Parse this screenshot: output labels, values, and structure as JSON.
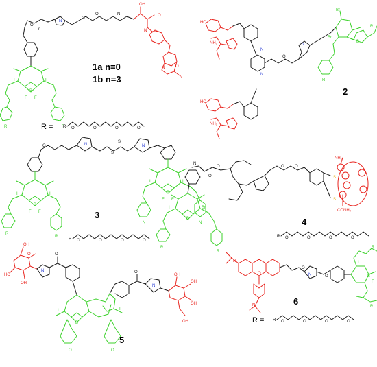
{
  "figure": {
    "compounds": [
      {
        "id": "c1",
        "label": "1a  n=0",
        "label2": "1b  n=3"
      },
      {
        "id": "c2",
        "label": "2"
      },
      {
        "id": "c3",
        "label": "3"
      },
      {
        "id": "c4",
        "label": "4"
      },
      {
        "id": "c5",
        "label": "5"
      },
      {
        "id": "c6",
        "label": "6"
      }
    ],
    "r_group_label": "R =",
    "r_prefix": "R",
    "r_group_label_bottom": "R =",
    "r_prefix_bottom": "R",
    "atoms": {
      "I": "I",
      "B": "B",
      "F": "F",
      "N": "N",
      "O": "O",
      "S": "S",
      "Br": "Br",
      "HO": "HO",
      "OH": "OH",
      "NH2": "NH₂",
      "CONH2": "CONH₂",
      "R": "R",
      "n": "n",
      "OH_acid": "OH",
      "NHR": "N"
    },
    "colors": {
      "bodipy_core": "#3bd12a",
      "targeting_moiety": "#e8251f",
      "linker": "#1a1a1a",
      "heteroatom_N": "#2b3fd6"
    }
  }
}
